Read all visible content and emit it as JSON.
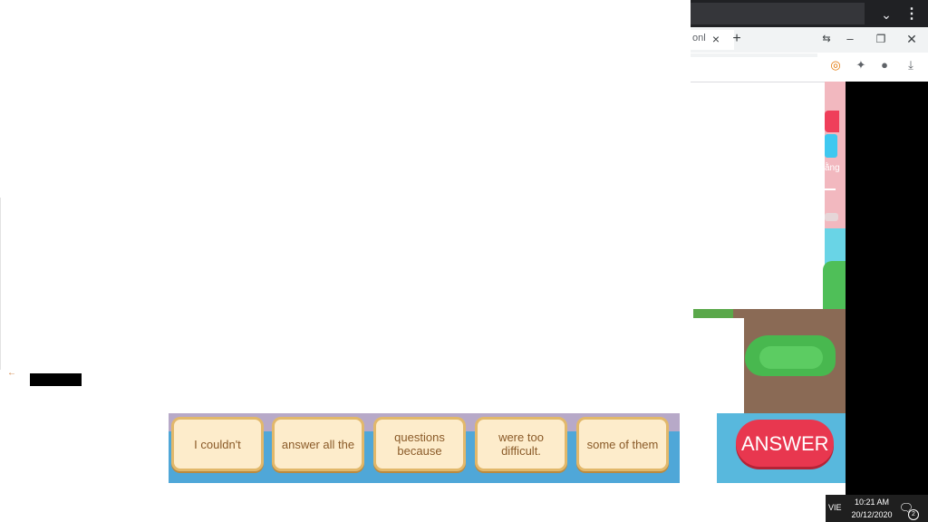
{
  "browser": {
    "tab_fragment_text": "onl",
    "tab_close_icon": "×",
    "new_tab_icon": "+",
    "chevron_icon": "⌄",
    "menu_icon": "⋮",
    "tab_search_icon": "⇆",
    "minimize_icon": "–",
    "restore_icon": "❐",
    "close_icon": "✕",
    "extension_icon": "◎",
    "puzzle_icon": "✦",
    "profile_icon": "●",
    "download_icon": "⤓"
  },
  "game": {
    "partial_text": "ằng",
    "answer_label": "ANSWER",
    "back_icon": "←",
    "tiles": [
      {
        "label": "I couldn't"
      },
      {
        "label": "answer all the"
      },
      {
        "label": "questions because"
      },
      {
        "label": "were too difficult."
      },
      {
        "label": "some of them"
      }
    ]
  },
  "taskbar": {
    "language": "VIE",
    "time": "10:21 AM",
    "date": "20/12/2020",
    "notification_count": "2",
    "notification_icon": "🗨"
  }
}
